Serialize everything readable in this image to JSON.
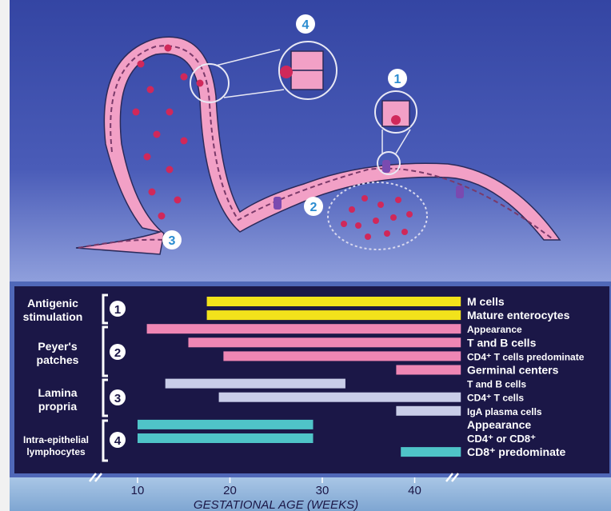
{
  "top_markers": [
    "4",
    "1",
    "2",
    "3"
  ],
  "groups": [
    {
      "name": "Antigenic stimulation",
      "number": "1"
    },
    {
      "name": "Peyer's patches",
      "number": "2"
    },
    {
      "name": "Lamina propria",
      "number": "3"
    },
    {
      "name": "Intra-epithelial lymphocytes",
      "number": "4"
    }
  ],
  "x_axis": {
    "label": "GESTATIONAL AGE (WEEKS)",
    "ticks": [
      10,
      20,
      30,
      40
    ],
    "range": [
      6,
      46
    ]
  },
  "colors": {
    "yellow": "#f2e21b",
    "pink": "#ef86b4",
    "lavender": "#c9cde8",
    "cyan": "#4fc4c8",
    "timeline_bg": "#1b1747",
    "axis_bg": "#8fb4d9",
    "top_bg": "#3a4aa6"
  },
  "bars": [
    {
      "label": "M cells",
      "start": 17.5,
      "end": 45,
      "color": "yellow",
      "group": 1
    },
    {
      "label": "Mature enterocytes",
      "start": 17.5,
      "end": 45,
      "color": "yellow",
      "group": 1
    },
    {
      "label": "Appearance",
      "start": 11,
      "end": 45,
      "color": "pink",
      "group": 2
    },
    {
      "label": "T and B cells",
      "start": 15.5,
      "end": 45,
      "color": "pink",
      "group": 2
    },
    {
      "label": "CD4⁺ T cells predominate",
      "start": 19.3,
      "end": 45,
      "color": "pink",
      "group": 2
    },
    {
      "label": "Germinal centers",
      "start": 38,
      "end": 45,
      "color": "pink",
      "group": 2
    },
    {
      "label": "T and B cells",
      "start": 13,
      "end": 32.5,
      "color": "lavender",
      "group": 3
    },
    {
      "label": "CD4⁺ T cells",
      "start": 18.8,
      "end": 45,
      "color": "lavender",
      "group": 3
    },
    {
      "label": "IgA plasma cells",
      "start": 38,
      "end": 45,
      "color": "lavender",
      "group": 3
    },
    {
      "label": "Appearance",
      "start": 10,
      "end": 29,
      "color": "cyan",
      "group": 4
    },
    {
      "label": "CD4⁺ or CD8⁺",
      "start": 10,
      "end": 29,
      "color": "cyan",
      "group": 4
    },
    {
      "label": "CD8⁺ predominate",
      "start": 38.5,
      "end": 45,
      "color": "cyan",
      "group": 4
    }
  ]
}
